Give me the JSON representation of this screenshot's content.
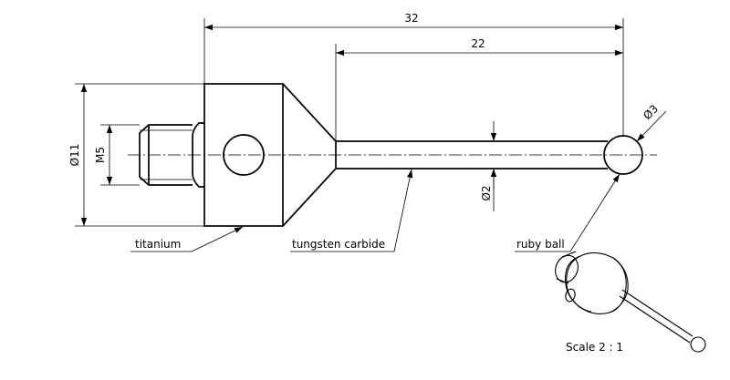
{
  "dimensions": {
    "overall_length": "32",
    "stem_length": "22",
    "ball_diameter": "Ø3",
    "stem_diameter": "Ø2",
    "body_diameter": "Ø11",
    "thread": "M5"
  },
  "callouts": {
    "body_material": "titanium",
    "stem_material": "tungsten carbide",
    "tip_material": "ruby ball"
  },
  "scale_note": "Scale 2 : 1"
}
